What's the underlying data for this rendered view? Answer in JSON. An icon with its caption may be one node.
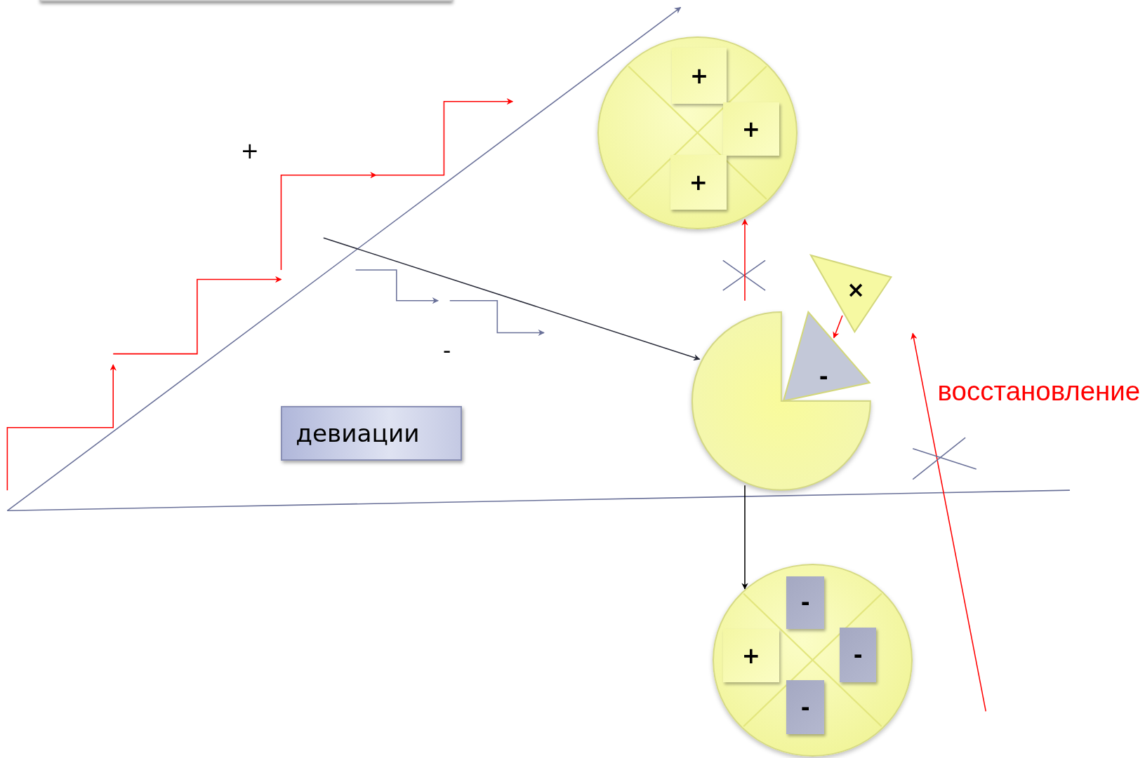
{
  "diagram": {
    "nodes": [
      {
        "text": [],
        "shape": "circle"
      },
      {
        "text": [
          "+"
        ],
        "in": 0
      },
      {
        "text": [
          "+"
        ],
        "in": 0
      },
      {
        "text": [
          "+"
        ],
        "in": 0
      },
      {
        "text": [
          "девиации"
        ]
      },
      {
        "text": [],
        "shape": "pie"
      },
      {
        "text": [
          "-"
        ]
      },
      {
        "text": [
          "×"
        ]
      },
      {
        "text": [],
        "shape": "circle"
      },
      {
        "text": [
          "-"
        ],
        "in": 8
      },
      {
        "text": [
          "+"
        ],
        "in": 8
      },
      {
        "text": [
          "-"
        ],
        "in": 8
      },
      {
        "text": [
          "-"
        ],
        "in": 8
      },
      {
        "text": [
          "восстановление"
        ]
      }
    ],
    "edges": [
      {
        "from": null,
        "to": 0,
        "arrow": "to",
        "color": "#ff0000"
      },
      {
        "from": 7,
        "to": 6,
        "arrow": "to",
        "color": "#ff0000"
      },
      {
        "from": null,
        "to": 5,
        "arrow": "to",
        "color": "#2a2c3a"
      },
      {
        "from": 5,
        "to": 8,
        "arrow": "to",
        "color": "#000000"
      }
    ],
    "labels": [
      "+",
      "-"
    ]
  }
}
